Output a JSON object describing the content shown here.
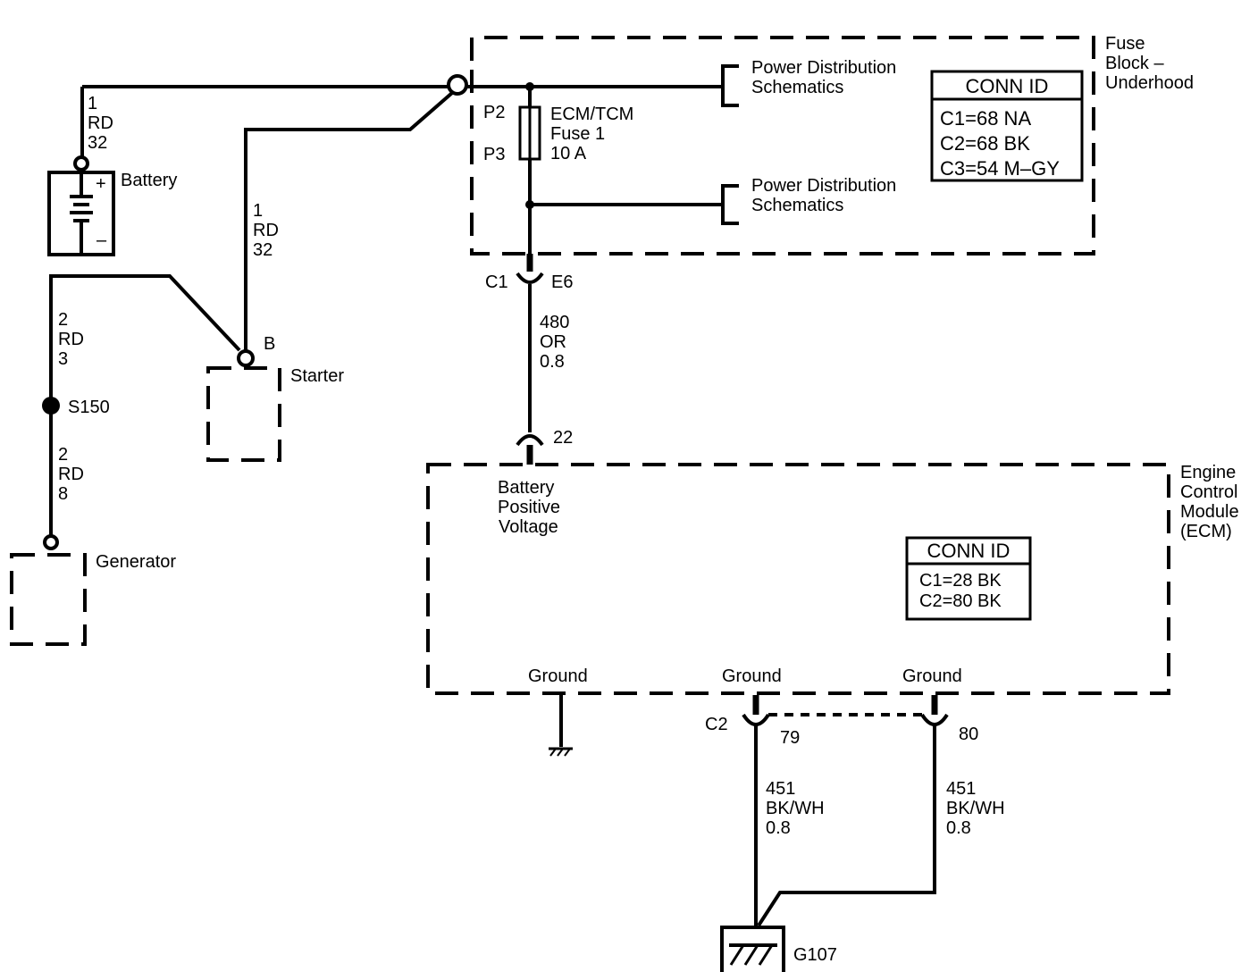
{
  "fuse_block": {
    "title_lines": [
      "Fuse",
      "Block –",
      "Underhood"
    ],
    "conn_id": {
      "header": "CONN ID",
      "lines": [
        "C1=68 NA",
        "C2=68 BK",
        "C3=54 M–GY"
      ]
    },
    "power_dist_top": [
      "Power Distribution",
      "Schematics"
    ],
    "power_dist_bottom": [
      "Power Distribution",
      "Schematics"
    ],
    "fuse_label_lines": [
      "ECM/TCM",
      "Fuse 1",
      "10 A"
    ],
    "pin_p2": "P2",
    "pin_p3": "P3"
  },
  "battery": {
    "label": "Battery",
    "plus": "+",
    "minus": "–",
    "wire_lines": [
      "1",
      "RD",
      "32"
    ]
  },
  "starter": {
    "label": "Starter",
    "terminal": "B",
    "wire_lines": [
      "1",
      "RD",
      "32"
    ]
  },
  "generator": {
    "label": "Generator",
    "splice": "S150",
    "wire_upper_lines": [
      "2",
      "RD",
      "3"
    ],
    "wire_lower_lines": [
      "2",
      "RD",
      "8"
    ]
  },
  "connector_c1": {
    "name": "C1",
    "pin": "E6",
    "wire_lines": [
      "480",
      "OR",
      "0.8"
    ]
  },
  "ecm": {
    "title_lines": [
      "Engine",
      "Control",
      "Module",
      "(ECM)"
    ],
    "input_pin": "22",
    "input_label_lines": [
      "Battery",
      "Positive",
      "Voltage"
    ],
    "conn_id": {
      "header": "CONN ID",
      "lines": [
        "C1=28 BK",
        "C2=80 BK"
      ]
    },
    "ground_labels": [
      "Ground",
      "Ground",
      "Ground"
    ]
  },
  "connector_c2": {
    "name": "C2",
    "pin_a": "79",
    "pin_b": "80",
    "wire_a_lines": [
      "451",
      "BK/WH",
      "0.8"
    ],
    "wire_b_lines": [
      "451",
      "BK/WH",
      "0.8"
    ]
  },
  "ground_point": {
    "label": "G107"
  }
}
